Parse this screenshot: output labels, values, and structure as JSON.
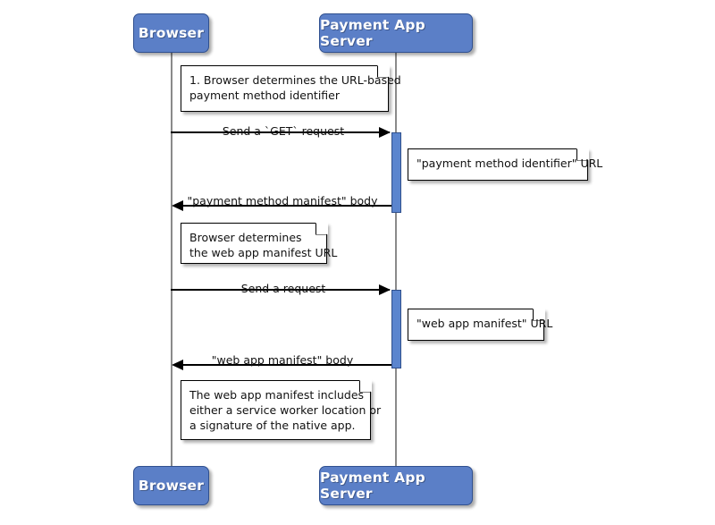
{
  "diagram": {
    "type": "sequence-diagram",
    "title": "Payment method manifest and web app manifest retrieval",
    "background_color": "#ffffff",
    "participant_color": "#5b7fc7",
    "activation_color": "#5b85ce",
    "lifeline_color": "#8a8a8a"
  },
  "participants": [
    {
      "id": "browser",
      "label": "Browser"
    },
    {
      "id": "server",
      "label": "Payment App Server"
    }
  ],
  "participants_bottom": [
    {
      "id": "browser",
      "label": "Browser"
    },
    {
      "id": "server",
      "label": "Payment App Server"
    }
  ],
  "messages": [
    {
      "id": "m1",
      "label": "Send a `GET` request",
      "from": "browser",
      "to": "server",
      "direction": "right"
    },
    {
      "id": "m2",
      "label": "\"payment method manifest\" body",
      "from": "server",
      "to": "browser",
      "direction": "left"
    },
    {
      "id": "m3",
      "label": "Send a request",
      "from": "browser",
      "to": "server",
      "direction": "right"
    },
    {
      "id": "m4",
      "label": "\"web app manifest\" body",
      "from": "server",
      "to": "browser",
      "direction": "left"
    }
  ],
  "notes": [
    {
      "id": "n1",
      "side": "over-browser",
      "lines": [
        "1. Browser determines the URL-based",
        "payment method identifier"
      ]
    },
    {
      "id": "n2",
      "side": "right-of-server",
      "lines": [
        "\"payment method identifier\" URL"
      ]
    },
    {
      "id": "n3",
      "side": "over-browser",
      "lines": [
        "Browser determines",
        "the web app manifest URL"
      ]
    },
    {
      "id": "n4",
      "side": "right-of-server",
      "lines": [
        "\"web app manifest\" URL"
      ]
    },
    {
      "id": "n5",
      "side": "over-browser",
      "lines": [
        "The web app manifest includes",
        "either a service worker location or",
        "a signature of the native app."
      ]
    }
  ]
}
